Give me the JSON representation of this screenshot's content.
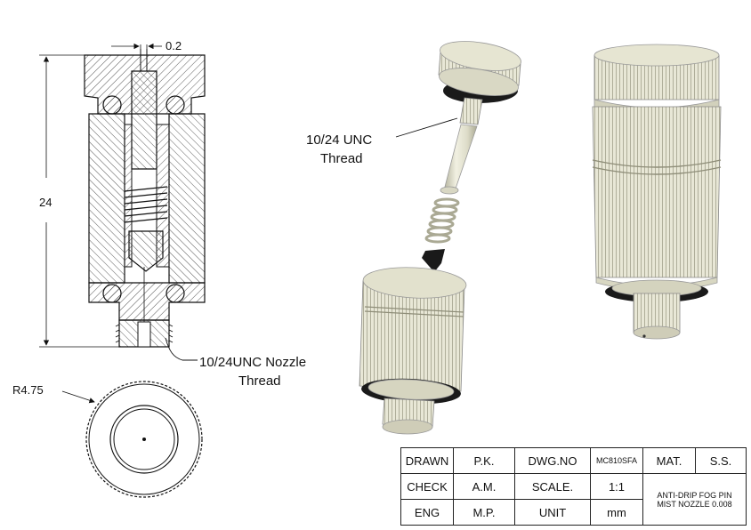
{
  "dimensions": {
    "gap": "0.2",
    "height": "24",
    "radius": "R4.75"
  },
  "callouts": {
    "thread_line1": "10/24 UNC",
    "thread_line2": "Thread",
    "nozzle_thread_line1": "10/24UNC Nozzle",
    "nozzle_thread_line2": "Thread"
  },
  "title_block": {
    "drawn_label": "DRAWN",
    "drawn_value": "P.K.",
    "dwg_label": "DWG.NO",
    "dwg_value": "MC810SFA",
    "mat_label": "MAT.",
    "mat_value": "S.S.",
    "check_label": "CHECK",
    "check_value": "A.M.",
    "scale_label": "SCALE.",
    "scale_value": "1:1",
    "eng_label": "ENG",
    "eng_value": "M.P.",
    "unit_label": "UNIT",
    "unit_value": "mm",
    "description_line1": "ANTI-DRIP FOG PIN",
    "description_line2": "MIST NOZZLE 0.008"
  },
  "colors": {
    "part": "#e6e5d2",
    "part_shade": "#c9c8b2",
    "seal": "#1a1a1a",
    "hatch": "#333333"
  }
}
